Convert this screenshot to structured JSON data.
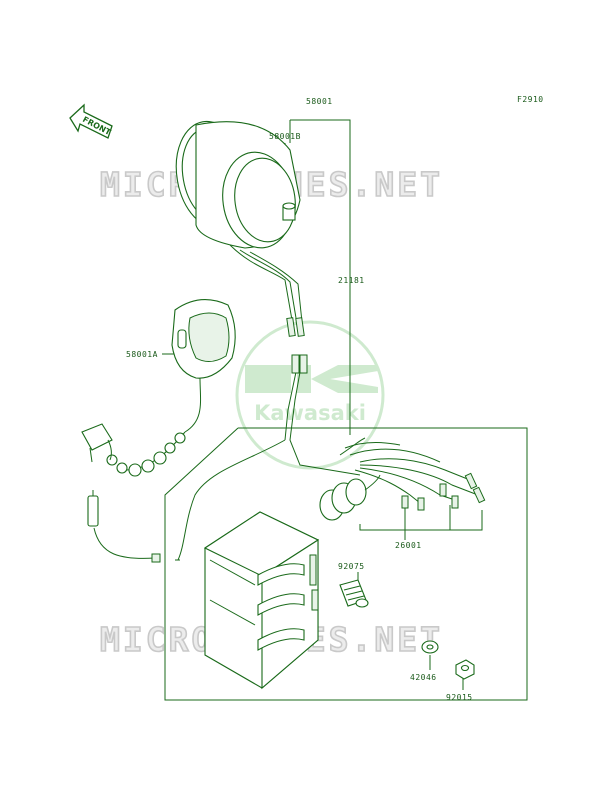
{
  "figure_code": "F2910",
  "front_arrow_label": "FRONT",
  "watermark_text": "MICROFICHES.NET",
  "brand_logo_text": "Kawasaki",
  "colors": {
    "line": "#1a6a1a",
    "label": "#1a5a1a",
    "watermark": "#c9c9c9",
    "logo": "#bfe3bf"
  },
  "parts": [
    {
      "id": "58001",
      "name_label": "58001"
    },
    {
      "id": "58001B",
      "name_label": "58001B"
    },
    {
      "id": "21181",
      "name_label": "21181"
    },
    {
      "id": "58001A",
      "name_label": "58001A"
    },
    {
      "id": "26001",
      "name_label": "26001"
    },
    {
      "id": "92075",
      "name_label": "92075"
    },
    {
      "id": "42046",
      "name_label": "42046"
    },
    {
      "id": "92015",
      "name_label": "92015"
    }
  ]
}
